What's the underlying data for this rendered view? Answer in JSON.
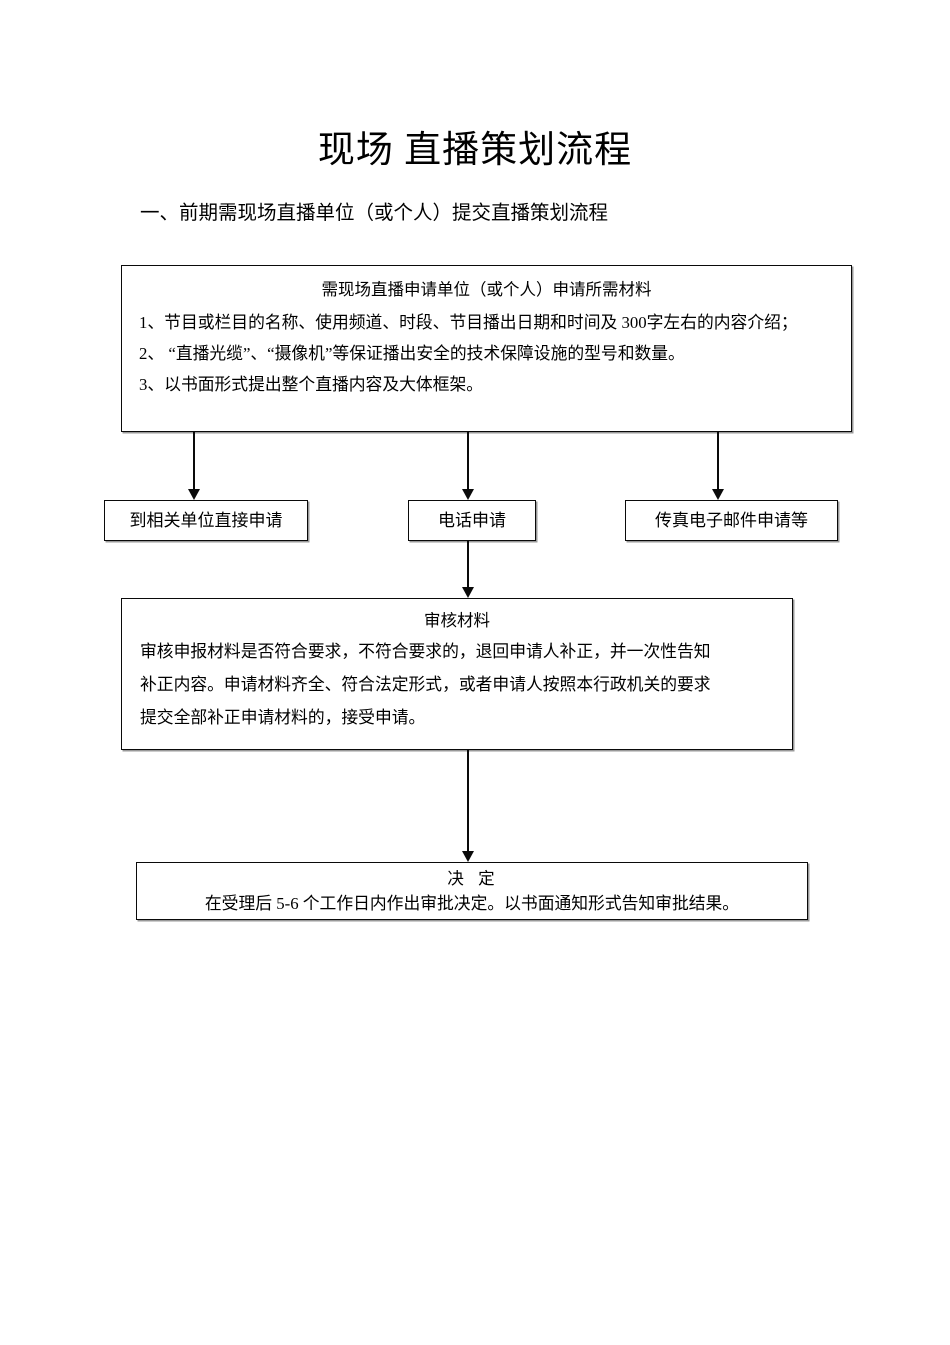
{
  "document": {
    "title": "现场 直播策划流程",
    "subtitle": "一、前期需现场直播单位（或个人）提交直播策划流程"
  },
  "flowchart": {
    "materials_box": {
      "heading": "需现场直播申请单位（或个人）申请所需材料",
      "items": [
        "1、节目或栏目的名称、使用频道、时段、节目播出日期和时间及 300字左右的内容介绍；",
        "2、 “直播光缆”、“摄像机”等保证播出安全的技术保障设施的型号和数量。",
        "3、以书面形式提出整个直播内容及大体框架。"
      ]
    },
    "channel_boxes": [
      {
        "label": "到相关单位直接申请"
      },
      {
        "label": "电话申请"
      },
      {
        "label": "传真电子邮件申请等"
      }
    ],
    "review_box": {
      "heading": "审核材料",
      "lines": [
        "审核申报材料是否符合要求，不符合要求的，退回申请人补正，并一次性告知",
        "补正内容。申请材料齐全、符合法定形式，或者申请人按照本行政机关的要求",
        "提交全部补正申请材料的，接受申请。"
      ]
    },
    "decision_box": {
      "heading": "决  定",
      "body": "在受理后 5-6 个工作日内作出审批决定。以书面通知形式告知审批结果。"
    },
    "connectors": [
      {
        "name": "materials-to-direct-apply"
      },
      {
        "name": "materials-to-phone-apply"
      },
      {
        "name": "materials-to-fax-email-apply"
      },
      {
        "name": "phone-apply-to-review"
      },
      {
        "name": "review-to-decision"
      }
    ]
  },
  "colors": {
    "page_background": "#ffffff",
    "text": "#000000",
    "border": "#0a0a0a",
    "shadow": "#999999"
  }
}
